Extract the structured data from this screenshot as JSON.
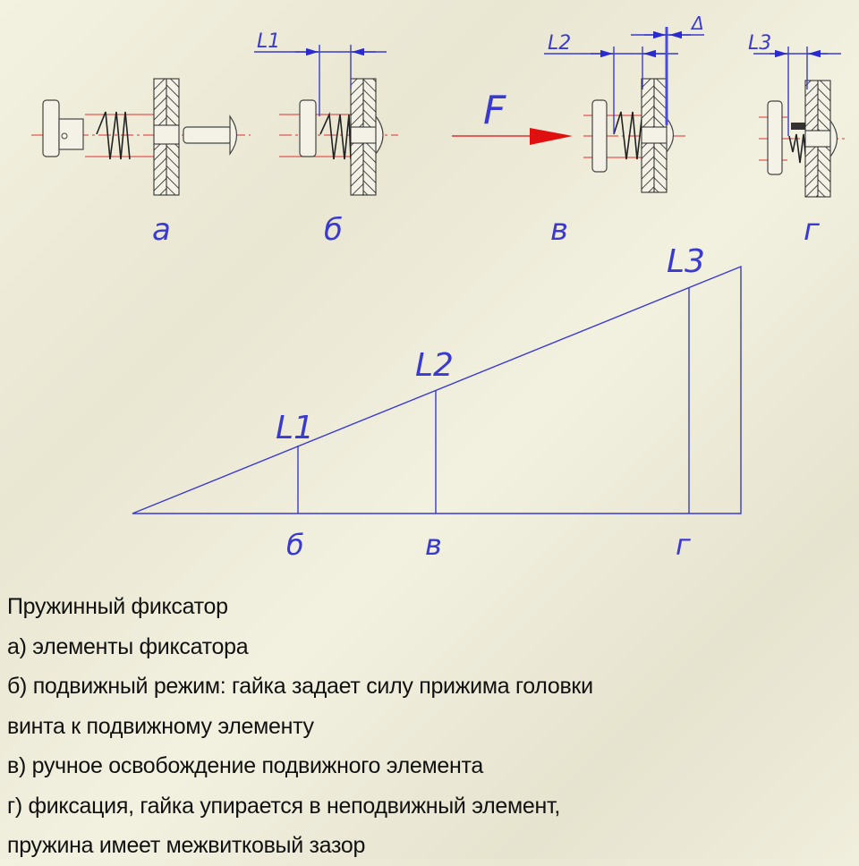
{
  "figure": {
    "stages": [
      {
        "id": "a",
        "label": "а"
      },
      {
        "id": "b",
        "label": "б",
        "dimension": "L1"
      },
      {
        "id": "v",
        "label": "в",
        "dimension": "L2",
        "gap": "Δ",
        "force": "F"
      },
      {
        "id": "g",
        "label": "г",
        "dimension": "L3"
      }
    ],
    "graph": {
      "points": [
        "L1",
        "L2",
        "L3"
      ],
      "x_labels": [
        "б",
        "в",
        "г"
      ]
    },
    "colors": {
      "lines": "#3a3ad0",
      "axis": "#e03030",
      "force_arrow": "#e01010"
    }
  },
  "caption": {
    "lines": [
      "Пружинный фиксатор",
      "а) элементы фиксатора",
      "б) подвижный режим: гайка задает силу прижима головки",
      "винта к подвижному элементу",
      "в) ручное освобождение подвижного элемента",
      "г) фиксация, гайка упирается в неподвижный элемент,",
      "пружина имеет межвитковый зазор"
    ]
  }
}
